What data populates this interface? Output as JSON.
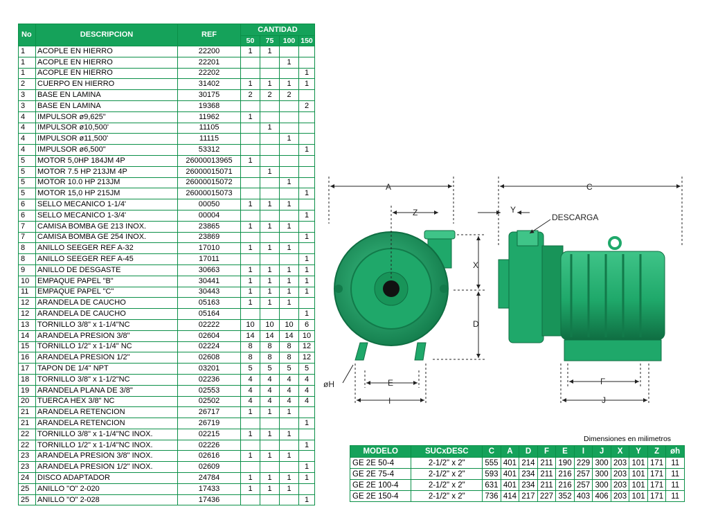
{
  "parts_table": {
    "headers": {
      "no": "No",
      "description": "DESCRIPCION",
      "ref": "REF",
      "quantity": "CANTIDAD",
      "sizes": [
        "50",
        "75",
        "100",
        "150"
      ]
    },
    "rows": [
      {
        "no": "1",
        "desc": "ACOPLE EN HIERRO",
        "ref": "22200",
        "q": [
          "1",
          "1",
          "",
          ""
        ]
      },
      {
        "no": "1",
        "desc": "ACOPLE EN HIERRO",
        "ref": "22201",
        "q": [
          "",
          "",
          "1",
          ""
        ]
      },
      {
        "no": "1",
        "desc": "ACOPLE EN HIERRO",
        "ref": "22202",
        "q": [
          "",
          "",
          "",
          "1"
        ]
      },
      {
        "no": "2",
        "desc": "CUERPO EN HIERRO",
        "ref": "31402",
        "q": [
          "1",
          "1",
          "1",
          "1"
        ]
      },
      {
        "no": "3",
        "desc": "BASE EN LAMINA",
        "ref": "30175",
        "q": [
          "2",
          "2",
          "2",
          ""
        ]
      },
      {
        "no": "3",
        "desc": "BASE EN LAMINA",
        "ref": "19368",
        "q": [
          "",
          "",
          "",
          "2"
        ]
      },
      {
        "no": "4",
        "desc": "IMPULSOR  ø9,625\"",
        "ref": "11962",
        "q": [
          "1",
          "",
          "",
          ""
        ]
      },
      {
        "no": "4",
        "desc": "IMPULSOR  ø10,500'",
        "ref": "11105",
        "q": [
          "",
          "1",
          "",
          ""
        ]
      },
      {
        "no": "4",
        "desc": "IMPULSOR  ø11,500'",
        "ref": "11115",
        "q": [
          "",
          "",
          "1",
          ""
        ]
      },
      {
        "no": "4",
        "desc": "IMPULSOR  ø6,500\"",
        "ref": "53312",
        "q": [
          "",
          "",
          "",
          "1"
        ]
      },
      {
        "no": "5",
        "desc": "MOTOR 5,0HP 184JM 4P",
        "ref": "26000013965",
        "q": [
          "1",
          "",
          "",
          ""
        ]
      },
      {
        "no": "5",
        "desc": "MOTOR 7.5 HP 213JM 4P",
        "ref": "26000015071",
        "q": [
          "",
          "1",
          "",
          ""
        ]
      },
      {
        "no": "5",
        "desc": "MOTOR 10.0 HP 213JM",
        "ref": "26000015072",
        "q": [
          "",
          "",
          "1",
          ""
        ]
      },
      {
        "no": "5",
        "desc": "MOTOR 15,0 HP 215JM",
        "ref": "26000015073",
        "q": [
          "",
          "",
          "",
          "1"
        ]
      },
      {
        "no": "6",
        "desc": "SELLO MECANICO 1-1/4'",
        "ref": "00050",
        "q": [
          "1",
          "1",
          "1",
          ""
        ]
      },
      {
        "no": "6",
        "desc": "SELLO MECANICO 1-3/4'",
        "ref": "00004",
        "q": [
          "",
          "",
          "",
          "1"
        ]
      },
      {
        "no": "7",
        "desc": "CAMISA BOMBA GE 213 INOX.",
        "ref": "23865",
        "q": [
          "1",
          "1",
          "1",
          ""
        ]
      },
      {
        "no": "7",
        "desc": "CAMISA BOMBA GE 254 INOX.",
        "ref": "23869",
        "q": [
          "",
          "",
          "",
          "1"
        ]
      },
      {
        "no": "8",
        "desc": "ANILLO SEEGER REF A-32",
        "ref": "17010",
        "q": [
          "1",
          "1",
          "1",
          ""
        ]
      },
      {
        "no": "8",
        "desc": "ANILLO SEEGER REF A-45",
        "ref": "17011",
        "q": [
          "",
          "",
          "",
          "1"
        ]
      },
      {
        "no": "9",
        "desc": "ANILLO DE DESGASTE",
        "ref": "30663",
        "q": [
          "1",
          "1",
          "1",
          "1"
        ]
      },
      {
        "no": "10",
        "desc": "EMPAQUE PAPEL \"B\"",
        "ref": "30441",
        "q": [
          "1",
          "1",
          "1",
          "1"
        ]
      },
      {
        "no": "11",
        "desc": "EMPAQUE PAPEL \"C\"",
        "ref": "30443",
        "q": [
          "1",
          "1",
          "1",
          "1"
        ]
      },
      {
        "no": "12",
        "desc": "ARANDELA DE CAUCHO",
        "ref": "05163",
        "q": [
          "1",
          "1",
          "1",
          ""
        ]
      },
      {
        "no": "12",
        "desc": "ARANDELA DE CAUCHO",
        "ref": "05164",
        "q": [
          "",
          "",
          "",
          "1"
        ]
      },
      {
        "no": "13",
        "desc": "TORNILLO 3/8\" x 1-1/4\"NC",
        "ref": "02222",
        "q": [
          "10",
          "10",
          "10",
          "6"
        ]
      },
      {
        "no": "14",
        "desc": "ARANDELA PRESION 3/8\"",
        "ref": "02604",
        "q": [
          "14",
          "14",
          "14",
          "10"
        ]
      },
      {
        "no": "15",
        "desc": "TORNILLO 1/2\" x 1-1/4\" NC",
        "ref": "02224",
        "q": [
          "8",
          "8",
          "8",
          "12"
        ]
      },
      {
        "no": "16",
        "desc": "ARANDELA PRESION 1/2\"",
        "ref": "02608",
        "q": [
          "8",
          "8",
          "8",
          "12"
        ]
      },
      {
        "no": "17",
        "desc": "TAPON DE 1/4\" NPT",
        "ref": "03201",
        "q": [
          "5",
          "5",
          "5",
          "5"
        ]
      },
      {
        "no": "18",
        "desc": "TORNILLO 3/8\" x 1-1/2\"NC",
        "ref": "02236",
        "q": [
          "4",
          "4",
          "4",
          "4"
        ]
      },
      {
        "no": "19",
        "desc": "ARANDELA PLANA DE 3/8\"",
        "ref": "02553",
        "q": [
          "4",
          "4",
          "4",
          "4"
        ]
      },
      {
        "no": "20",
        "desc": "TUERCA HEX 3/8\" NC",
        "ref": "02502",
        "q": [
          "4",
          "4",
          "4",
          "4"
        ]
      },
      {
        "no": "21",
        "desc": "ARANDELA RETENCION",
        "ref": "26717",
        "q": [
          "1",
          "1",
          "1",
          ""
        ]
      },
      {
        "no": "21",
        "desc": "ARANDELA RETENCION",
        "ref": "26719",
        "q": [
          "",
          "",
          "",
          "1"
        ]
      },
      {
        "no": "22",
        "desc": "TORNILLO 3/8\" x 1-1/4\"NC INOX.",
        "ref": "02215",
        "q": [
          "1",
          "1",
          "1",
          ""
        ]
      },
      {
        "no": "22",
        "desc": "TORNILLO 1/2\" x 1-1/4\"NC INOX.",
        "ref": "02226",
        "q": [
          "",
          "",
          "",
          "1"
        ]
      },
      {
        "no": "23",
        "desc": "ARANDELA PRESION 3/8\" INOX.",
        "ref": "02616",
        "q": [
          "1",
          "1",
          "1",
          ""
        ]
      },
      {
        "no": "23",
        "desc": "ARANDELA PRESION 1/2\" INOX.",
        "ref": "02609",
        "q": [
          "",
          "",
          "",
          "1"
        ]
      },
      {
        "no": "24",
        "desc": "DISCO ADAPTADOR",
        "ref": "24784",
        "q": [
          "1",
          "1",
          "1",
          "1"
        ]
      },
      {
        "no": "25",
        "desc": "ANILLO \"O\" 2-020",
        "ref": "17433",
        "q": [
          "1",
          "1",
          "1",
          ""
        ]
      },
      {
        "no": "25",
        "desc": "ANILLO \"O\" 2-028",
        "ref": "17436",
        "q": [
          "",
          "",
          "",
          "1"
        ]
      }
    ]
  },
  "drawing": {
    "labels": {
      "A": "A",
      "C": "C",
      "Z": "Z",
      "Y": "Y",
      "X": "X",
      "D": "D",
      "E": "E",
      "I": "I",
      "F": "F",
      "J": "J",
      "oH": "øH",
      "descarga": "DESCARGA"
    },
    "colors": {
      "pump_green": "#1fa86a",
      "pump_dark": "#127a4a",
      "pump_light": "#3fc488"
    }
  },
  "dims_table": {
    "title": "Dimensiones en milimetros",
    "headers": [
      "MODELO",
      "SUCxDESC",
      "C",
      "A",
      "D",
      "F",
      "E",
      "I",
      "J",
      "X",
      "Y",
      "Z",
      "øh"
    ],
    "rows": [
      [
        "GE 2E 50-4",
        "2-1/2\" x 2\"",
        "555",
        "401",
        "214",
        "211",
        "190",
        "229",
        "300",
        "203",
        "101",
        "171",
        "11"
      ],
      [
        "GE 2E 75-4",
        "2-1/2\" x 2\"",
        "593",
        "401",
        "234",
        "211",
        "216",
        "257",
        "300",
        "203",
        "101",
        "171",
        "11"
      ],
      [
        "GE 2E 100-4",
        "2-1/2\" x 2\"",
        "631",
        "401",
        "234",
        "211",
        "216",
        "257",
        "300",
        "203",
        "101",
        "171",
        "11"
      ],
      [
        "GE 2E 150-4",
        "2-1/2\" x 2\"",
        "736",
        "414",
        "217",
        "227",
        "352",
        "403",
        "406",
        "203",
        "101",
        "171",
        "11"
      ]
    ]
  }
}
